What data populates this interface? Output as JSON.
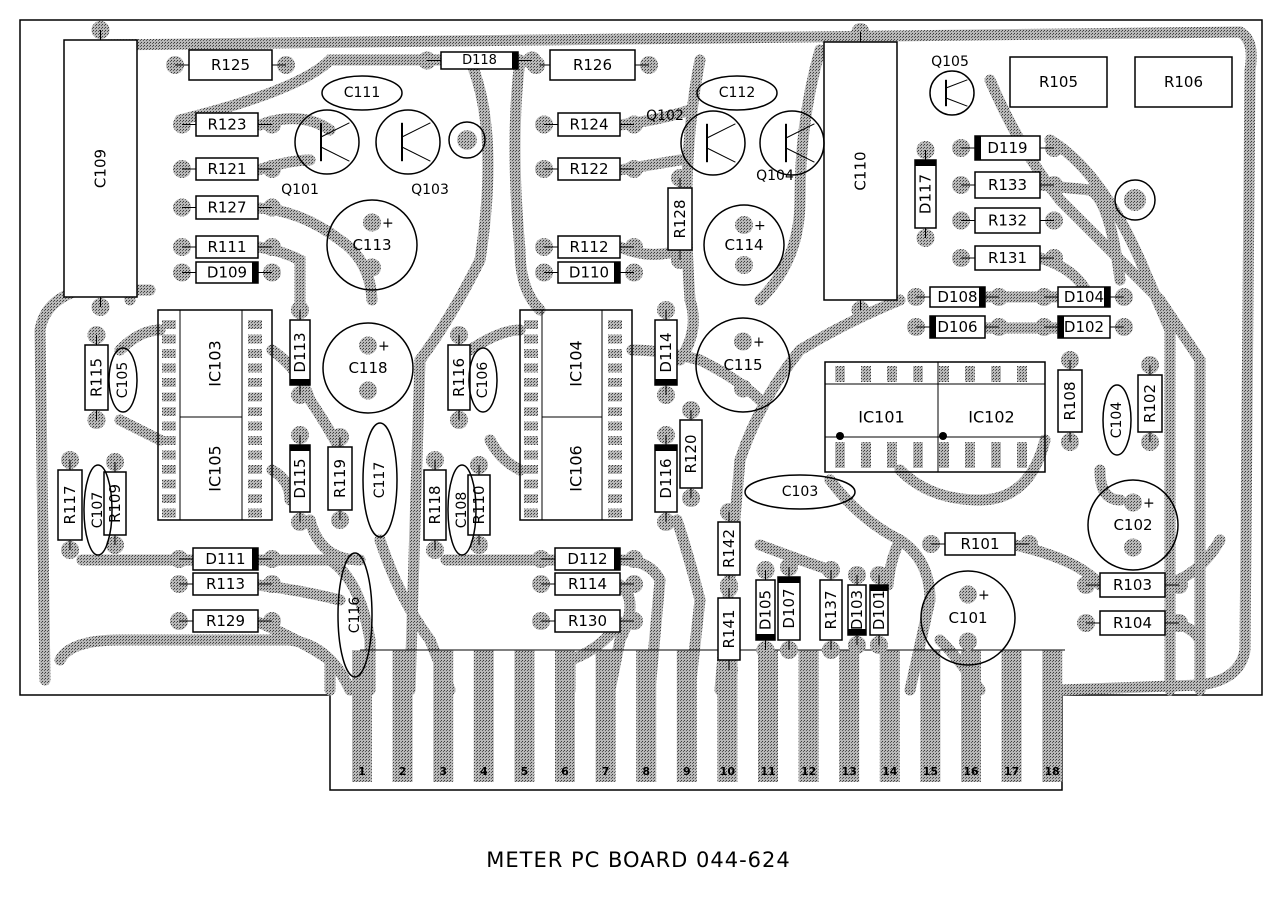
{
  "title": "METER PC BOARD 044-624",
  "colors": {
    "trace": "#8e8e8e",
    "outline": "#000000",
    "background": "#ffffff"
  },
  "components": {
    "resistors": [
      "R125",
      "R126",
      "R123",
      "R124",
      "R121",
      "R122",
      "R127",
      "R111",
      "R112",
      "R128",
      "R105",
      "R106",
      "R133",
      "R132",
      "R131",
      "R108",
      "R102",
      "R101",
      "R103",
      "R104",
      "R142",
      "R141",
      "R137",
      "R115",
      "R117",
      "R109",
      "R119",
      "R116",
      "R118",
      "R110",
      "R120",
      "R113",
      "R129",
      "R114",
      "R130"
    ],
    "capacitors": [
      "C109",
      "C110",
      "C111",
      "C112",
      "C113",
      "C114",
      "C115",
      "C118",
      "C117",
      "C116",
      "C105",
      "C107",
      "C106",
      "C108",
      "C103",
      "C104",
      "C102",
      "C101"
    ],
    "diodes": [
      "D118",
      "D109",
      "D110",
      "D119",
      "D117",
      "D108",
      "D104",
      "D106",
      "D102",
      "D113",
      "D115",
      "D114",
      "D116",
      "D111",
      "D112",
      "D105",
      "D107",
      "D103",
      "D101"
    ],
    "transistors": [
      "Q101",
      "Q103",
      "Q102",
      "Q104",
      "Q105"
    ],
    "ics": [
      "IC101",
      "IC102",
      "IC103",
      "IC105",
      "IC104",
      "IC106"
    ]
  },
  "connector_pins": [
    "1",
    "2",
    "3",
    "4",
    "5",
    "6",
    "7",
    "8",
    "9",
    "10",
    "11",
    "12",
    "13",
    "14",
    "15",
    "16",
    "17",
    "18"
  ]
}
